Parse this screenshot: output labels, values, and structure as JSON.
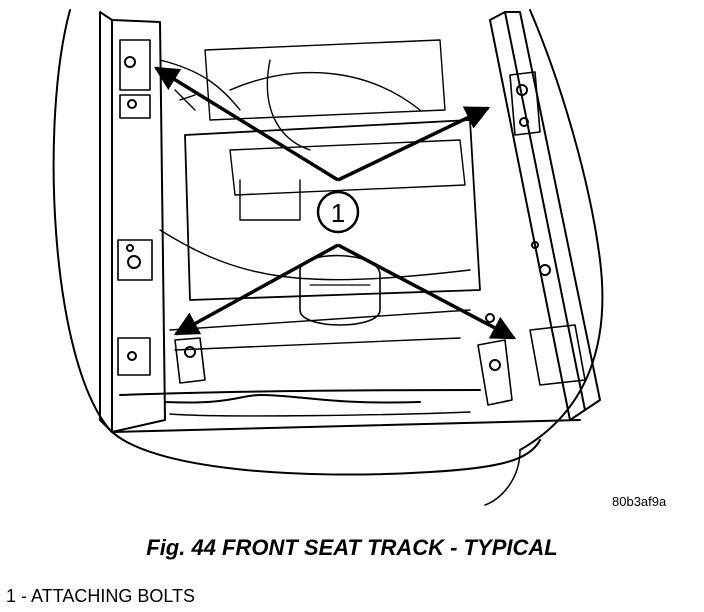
{
  "figure": {
    "callout_number": "1",
    "image_id": "80b3af9a",
    "caption": "Fig. 44 FRONT SEAT TRACK - TYPICAL"
  },
  "legend": [
    {
      "number": "1",
      "separator": " - ",
      "label": "ATTACHING BOLTS"
    }
  ]
}
